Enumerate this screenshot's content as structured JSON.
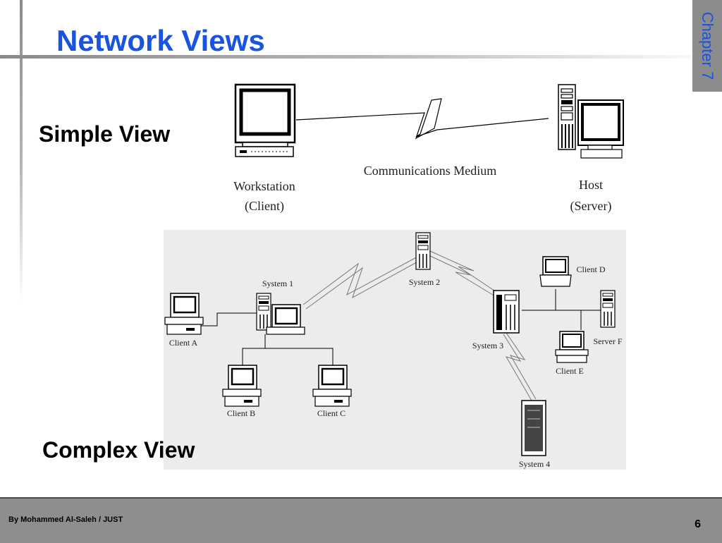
{
  "slide": {
    "title": "Network Views",
    "chapter": "Chapter 7",
    "simple_label": "Simple View",
    "complex_label": "Complex View"
  },
  "simple_view": {
    "workstation_line1": "Workstation",
    "workstation_line2": "(Client)",
    "medium": "Communications Medium",
    "host_line1": "Host",
    "host_line2": "(Server)"
  },
  "complex_view": {
    "system1": "System 1",
    "system2": "System 2",
    "system3": "System 3",
    "system4": "System 4",
    "client_a": "Client A",
    "client_b": "Client B",
    "client_c": "Client C",
    "client_d": "Client D",
    "client_e": "Client E",
    "server_f": "Server F"
  },
  "footer": {
    "author": "By Mohammed Al-Saleh / JUST",
    "page": "6"
  },
  "colors": {
    "title": "#1a53e0",
    "chapter_tab": "#8c8c8c",
    "footer": "#8e8e8e"
  }
}
